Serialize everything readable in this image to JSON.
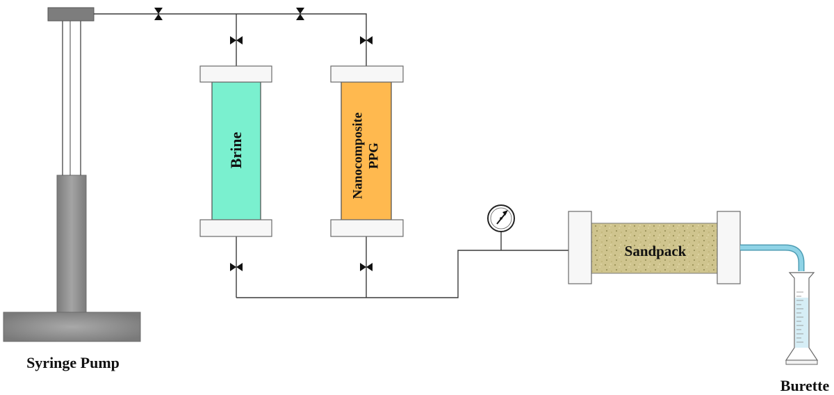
{
  "labels": {
    "syringe_pump": "Syringe Pump",
    "brine": "Brine",
    "nanocomposite_line1": "Nanocomposite",
    "nanocomposite_line2": "PPG",
    "sandpack": "Sandpack",
    "burette": "Burette"
  },
  "colors": {
    "brine_fill": "#7af0cf",
    "ppg_fill": "#ffb94f",
    "sand_fill": "#cfc48e",
    "pump_gray": "#8c8c8c",
    "tube_blue": "#7fc9dd"
  }
}
